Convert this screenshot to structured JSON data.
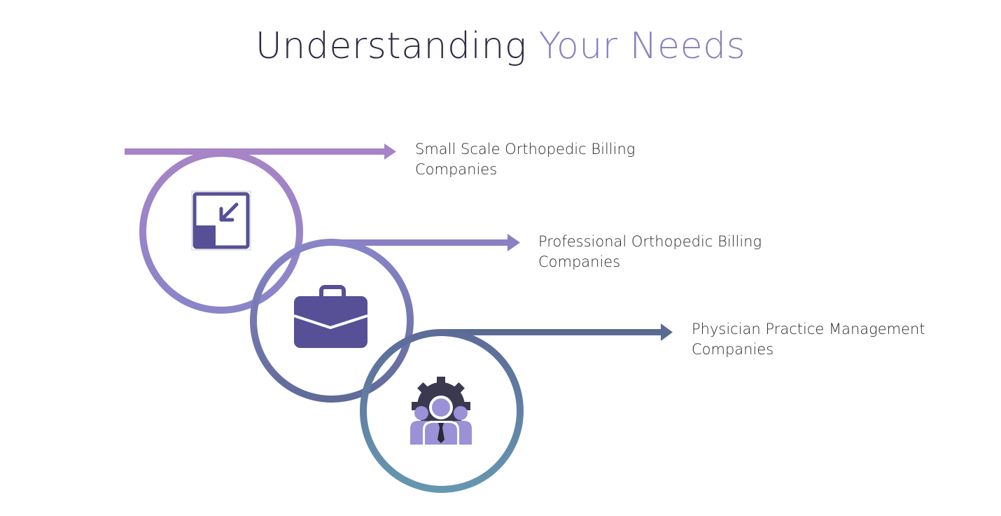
{
  "title": {
    "part1": "Understanding ",
    "part2": "Your Needs"
  },
  "items": [
    {
      "line1": "Small Scale Orthopedic Billing",
      "line2": "Companies",
      "icon": "shrink-window-icon",
      "color": "#a57fc3"
    },
    {
      "line1": "Professional Orthopedic Billing",
      "line2": "Companies",
      "icon": "briefcase-icon",
      "color": "#8a80c4"
    },
    {
      "line1": "Physician Practice Management",
      "line2": "Companies",
      "icon": "team-gear-icon",
      "color": "#5a6b92"
    }
  ],
  "colors": {
    "title_dark": "#2e2c43",
    "title_accent": "#8b82bd",
    "icon_fill": "#575096",
    "icon_light": "#9a91d6",
    "gear_dark": "#3b3950",
    "teal_end": "#6597b0"
  }
}
